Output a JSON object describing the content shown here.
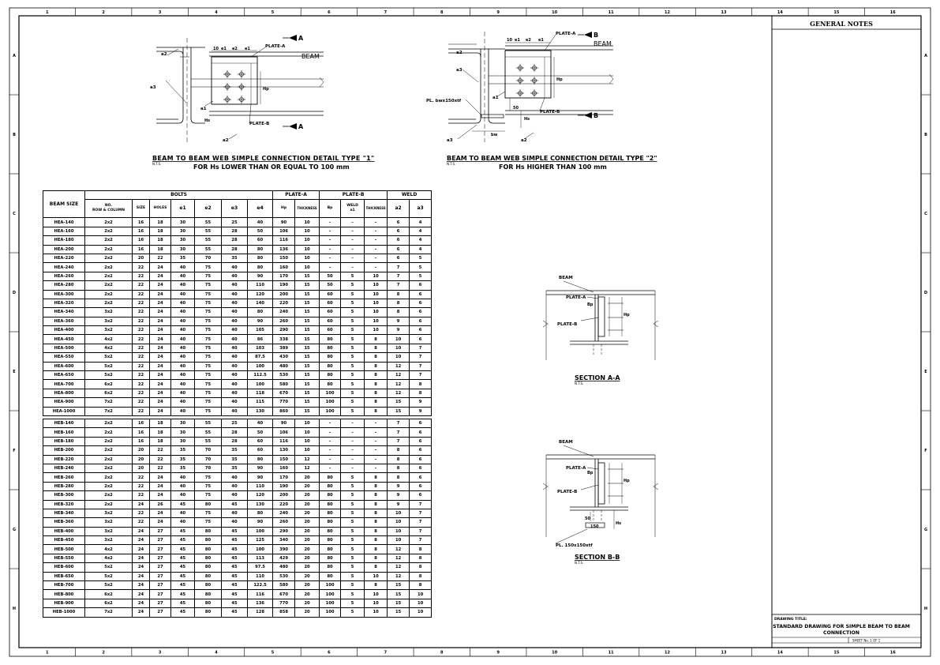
{
  "border": {
    "columns": [
      "1",
      "2",
      "3",
      "4",
      "5",
      "6",
      "7",
      "8",
      "9",
      "10",
      "11",
      "12",
      "13",
      "14",
      "15",
      "16"
    ],
    "rows": [
      "A",
      "B",
      "C",
      "D",
      "E",
      "F",
      "G",
      "H"
    ]
  },
  "notes": {
    "title": "GENERAL NOTES"
  },
  "title_block": {
    "drawing_title_label": "DRAWING TITLE:",
    "drawing_title_line1": "STANDARD DRAWING FOR SIMPLE BEAM TO BEAM",
    "drawing_title_line2": "CONNECTION",
    "sheet": "SHEET No. 1 OF 1"
  },
  "detail1": {
    "caption": "BEAM TO BEAM WEB SIMPLE CONNECTION DETAIL TYPE \"1\"",
    "nts": "N.T.S.",
    "sub": "FOR Hs LOWER THAN OR EQUAL TO 100 mm",
    "labels": {
      "beam": "BEAM",
      "plate_a": "PLATE-A",
      "plate_b": "PLATE-B",
      "a1": "a1",
      "a2": "a2",
      "a2b": "a2",
      "a3": "a3",
      "hs": "Hs",
      "hp": "Hp",
      "ten": "10",
      "e1": "e1",
      "e2": "e2",
      "e3": "e1",
      "sec": "A"
    }
  },
  "detail2": {
    "caption": "BEAM TO BEAM WEB SIMPLE CONNECTION DETAIL TYPE \"2\"",
    "nts": "N.T.S.",
    "sub": "FOR Hs HIGHER THAN 100 mm",
    "labels": {
      "beam": "BEAM",
      "plate_a": "PLATE-A",
      "plate_b": "PLATE-B",
      "pl": "PL. bwx150xtf",
      "a1": "a1",
      "a2": "a2",
      "a2b": "a2",
      "a3": "a3",
      "a3b": "a3",
      "hs": "Hs",
      "hp": "Hp",
      "ten": "10",
      "e1": "e1",
      "e2": "e2",
      "e3": "e1",
      "fifty": "50",
      "bw": "bw",
      "sec": "B"
    }
  },
  "section_aa": {
    "title": "SECTION A-A",
    "nts": "N.T.S.",
    "beam": "BEAM",
    "plate_a": "PLATE-A",
    "plate_b": "PLATE-B",
    "bp": "Bp",
    "hp": "Hp"
  },
  "section_bb": {
    "title": "SECTION B-B",
    "nts": "N.T.S.",
    "beam": "BEAM",
    "plate_a": "PLATE-A",
    "plate_b": "PLATE-B",
    "bp": "Bp",
    "hp": "Hp",
    "fifty": "50",
    "onefifty": "150",
    "hs": "Hs",
    "pl": "PL. 150x150xtf"
  },
  "table": {
    "headers": {
      "beam_size": "BEAM SIZE",
      "bolts": "BOLTS",
      "plate_a": "PLATE-A",
      "plate_b": "PLATE-B",
      "weld": "WELD",
      "no_row_col_1": "NO.",
      "no_row_col_2": "ROW & COLUMN",
      "size": "SIZE",
      "holes": "HOLES",
      "e1": "e1",
      "e2": "e2",
      "e3": "e3",
      "e4": "e4",
      "hp": "Hp",
      "thickness_a": "THICKNESS",
      "bp": "Bp",
      "weld_a1_1": "WELD",
      "weld_a1_2": "a1",
      "thickness_b": "THICKNESS",
      "a2": "a2",
      "a3": "a3"
    },
    "hea_rows": [
      [
        "HEA-140",
        "2x2",
        "16",
        "18",
        "30",
        "55",
        "25",
        "40",
        "90",
        "10",
        "–",
        "–",
        "–",
        "6",
        "4"
      ],
      [
        "HEA-160",
        "2x2",
        "16",
        "18",
        "30",
        "55",
        "28",
        "50",
        "106",
        "10",
        "–",
        "–",
        "–",
        "6",
        "4"
      ],
      [
        "HEA-180",
        "2x2",
        "16",
        "18",
        "30",
        "55",
        "28",
        "60",
        "116",
        "10",
        "–",
        "–",
        "–",
        "6",
        "4"
      ],
      [
        "HEA-200",
        "2x2",
        "16",
        "18",
        "30",
        "55",
        "28",
        "80",
        "136",
        "10",
        "–",
        "–",
        "–",
        "6",
        "4"
      ],
      [
        "HEA-220",
        "2x2",
        "20",
        "22",
        "35",
        "70",
        "35",
        "80",
        "150",
        "10",
        "–",
        "–",
        "–",
        "6",
        "5"
      ],
      [
        "HEA-240",
        "2x2",
        "22",
        "24",
        "40",
        "75",
        "40",
        "80",
        "160",
        "10",
        "–",
        "–",
        "–",
        "7",
        "5"
      ],
      [
        "HEA-260",
        "2x2",
        "22",
        "24",
        "40",
        "75",
        "40",
        "90",
        "170",
        "15",
        "50",
        "5",
        "10",
        "7",
        "5"
      ],
      [
        "HEA-280",
        "2x2",
        "22",
        "24",
        "40",
        "75",
        "40",
        "110",
        "190",
        "15",
        "50",
        "5",
        "10",
        "7",
        "6"
      ],
      [
        "HEA-300",
        "2x2",
        "22",
        "24",
        "40",
        "75",
        "40",
        "120",
        "200",
        "15",
        "60",
        "5",
        "10",
        "8",
        "6"
      ],
      [
        "HEA-320",
        "2x2",
        "22",
        "24",
        "40",
        "75",
        "40",
        "140",
        "220",
        "15",
        "60",
        "5",
        "10",
        "8",
        "6"
      ],
      [
        "HEA-340",
        "3x2",
        "22",
        "24",
        "40",
        "75",
        "40",
        "80",
        "240",
        "15",
        "60",
        "5",
        "10",
        "8",
        "6"
      ],
      [
        "HEA-360",
        "3x2",
        "22",
        "24",
        "40",
        "75",
        "40",
        "90",
        "260",
        "15",
        "60",
        "5",
        "10",
        "9",
        "6"
      ],
      [
        "HEA-400",
        "3x2",
        "22",
        "24",
        "40",
        "75",
        "40",
        "105",
        "290",
        "15",
        "60",
        "5",
        "10",
        "9",
        "6"
      ],
      [
        "HEA-450",
        "4x2",
        "22",
        "24",
        "40",
        "75",
        "40",
        "86",
        "338",
        "15",
        "80",
        "5",
        "8",
        "10",
        "6"
      ],
      [
        "HEA-500",
        "4x2",
        "22",
        "24",
        "40",
        "75",
        "40",
        "103",
        "389",
        "15",
        "80",
        "5",
        "8",
        "10",
        "7"
      ],
      [
        "HEA-550",
        "5x2",
        "22",
        "24",
        "40",
        "75",
        "40",
        "87.5",
        "430",
        "15",
        "80",
        "5",
        "8",
        "10",
        "7"
      ],
      [
        "HEA-600",
        "5x2",
        "22",
        "24",
        "40",
        "75",
        "40",
        "100",
        "480",
        "15",
        "80",
        "5",
        "8",
        "12",
        "7"
      ],
      [
        "HEA-650",
        "5x2",
        "22",
        "24",
        "40",
        "75",
        "40",
        "112.5",
        "530",
        "15",
        "80",
        "5",
        "8",
        "12",
        "7"
      ],
      [
        "HEA-700",
        "6x2",
        "22",
        "24",
        "40",
        "75",
        "40",
        "100",
        "580",
        "15",
        "80",
        "5",
        "8",
        "12",
        "8"
      ],
      [
        "HEA-800",
        "6x2",
        "22",
        "24",
        "40",
        "75",
        "40",
        "118",
        "670",
        "15",
        "100",
        "5",
        "8",
        "12",
        "8"
      ],
      [
        "HEA-900",
        "7x2",
        "22",
        "24",
        "40",
        "75",
        "40",
        "115",
        "770",
        "15",
        "100",
        "5",
        "8",
        "15",
        "9"
      ],
      [
        "HEA-1000",
        "7x2",
        "22",
        "24",
        "40",
        "75",
        "40",
        "130",
        "860",
        "15",
        "100",
        "5",
        "8",
        "15",
        "9"
      ]
    ],
    "heb_rows": [
      [
        "HEB-140",
        "2x2",
        "16",
        "18",
        "30",
        "55",
        "25",
        "40",
        "90",
        "10",
        "–",
        "–",
        "–",
        "7",
        "6"
      ],
      [
        "HEB-160",
        "2x2",
        "16",
        "18",
        "30",
        "55",
        "28",
        "50",
        "106",
        "10",
        "–",
        "–",
        "–",
        "7",
        "6"
      ],
      [
        "HEB-180",
        "2x2",
        "16",
        "18",
        "30",
        "55",
        "28",
        "60",
        "116",
        "10",
        "–",
        "–",
        "–",
        "7",
        "6"
      ],
      [
        "HEB-200",
        "2x2",
        "20",
        "22",
        "35",
        "70",
        "35",
        "60",
        "130",
        "10",
        "–",
        "–",
        "–",
        "8",
        "6"
      ],
      [
        "HEB-220",
        "2x2",
        "20",
        "22",
        "35",
        "70",
        "35",
        "80",
        "150",
        "12",
        "–",
        "–",
        "–",
        "8",
        "6"
      ],
      [
        "HEB-240",
        "2x2",
        "20",
        "22",
        "35",
        "70",
        "35",
        "90",
        "160",
        "12",
        "–",
        "–",
        "–",
        "8",
        "6"
      ],
      [
        "HEB-260",
        "2x2",
        "22",
        "24",
        "40",
        "75",
        "40",
        "90",
        "170",
        "20",
        "80",
        "5",
        "8",
        "8",
        "6"
      ],
      [
        "HEB-280",
        "2x2",
        "22",
        "24",
        "40",
        "75",
        "40",
        "110",
        "190",
        "20",
        "80",
        "5",
        "8",
        "9",
        "6"
      ],
      [
        "HEB-300",
        "2x2",
        "22",
        "24",
        "40",
        "75",
        "40",
        "120",
        "200",
        "20",
        "80",
        "5",
        "8",
        "9",
        "6"
      ],
      [
        "HEB-320",
        "2x2",
        "24",
        "26",
        "45",
        "80",
        "45",
        "130",
        "220",
        "20",
        "80",
        "5",
        "8",
        "9",
        "7"
      ],
      [
        "HEB-340",
        "3x2",
        "22",
        "24",
        "40",
        "75",
        "40",
        "80",
        "240",
        "20",
        "80",
        "5",
        "8",
        "10",
        "7"
      ],
      [
        "HEB-360",
        "3x2",
        "22",
        "24",
        "40",
        "75",
        "40",
        "90",
        "260",
        "20",
        "80",
        "5",
        "8",
        "10",
        "7"
      ],
      [
        "HEB-400",
        "3x2",
        "24",
        "27",
        "45",
        "80",
        "45",
        "100",
        "290",
        "20",
        "80",
        "5",
        "8",
        "10",
        "7"
      ],
      [
        "HEB-450",
        "3x2",
        "24",
        "27",
        "45",
        "80",
        "45",
        "125",
        "340",
        "20",
        "80",
        "5",
        "8",
        "10",
        "7"
      ],
      [
        "HEB-500",
        "4x2",
        "24",
        "27",
        "45",
        "80",
        "45",
        "100",
        "390",
        "20",
        "80",
        "5",
        "8",
        "12",
        "8"
      ],
      [
        "HEB-550",
        "4x2",
        "24",
        "27",
        "45",
        "80",
        "45",
        "113",
        "429",
        "20",
        "80",
        "5",
        "8",
        "12",
        "8"
      ],
      [
        "HEB-600",
        "5x2",
        "24",
        "27",
        "45",
        "80",
        "45",
        "97.5",
        "480",
        "20",
        "80",
        "5",
        "8",
        "12",
        "8"
      ],
      [
        "HEB-650",
        "5x2",
        "24",
        "27",
        "45",
        "80",
        "45",
        "110",
        "530",
        "20",
        "80",
        "5",
        "10",
        "12",
        "8"
      ],
      [
        "HEB-700",
        "5x2",
        "24",
        "27",
        "45",
        "80",
        "45",
        "122.5",
        "580",
        "20",
        "100",
        "5",
        "8",
        "15",
        "8"
      ],
      [
        "HEB-800",
        "6x2",
        "24",
        "27",
        "45",
        "80",
        "45",
        "116",
        "670",
        "20",
        "100",
        "5",
        "10",
        "15",
        "10"
      ],
      [
        "HEB-900",
        "6x2",
        "24",
        "27",
        "45",
        "80",
        "45",
        "136",
        "770",
        "20",
        "100",
        "5",
        "10",
        "15",
        "10"
      ],
      [
        "HEB-1000",
        "7x2",
        "24",
        "27",
        "45",
        "80",
        "45",
        "128",
        "858",
        "20",
        "100",
        "5",
        "10",
        "15",
        "10"
      ]
    ]
  }
}
